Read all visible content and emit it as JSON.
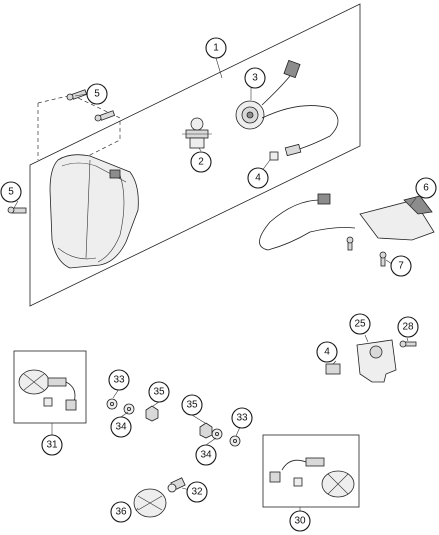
{
  "callouts": [
    {
      "id": "c1",
      "label": "1"
    },
    {
      "id": "c2",
      "label": "2"
    },
    {
      "id": "c3",
      "label": "3"
    },
    {
      "id": "c4a",
      "label": "4"
    },
    {
      "id": "c5a",
      "label": "5"
    },
    {
      "id": "c5b",
      "label": "5"
    },
    {
      "id": "c6",
      "label": "6"
    },
    {
      "id": "c7",
      "label": "7"
    },
    {
      "id": "c25",
      "label": "25"
    },
    {
      "id": "c28",
      "label": "28"
    },
    {
      "id": "c4b",
      "label": "4"
    },
    {
      "id": "c33a",
      "label": "33"
    },
    {
      "id": "c34a",
      "label": "34"
    },
    {
      "id": "c35a",
      "label": "35"
    },
    {
      "id": "c35b",
      "label": "35"
    },
    {
      "id": "c33b",
      "label": "33"
    },
    {
      "id": "c34b",
      "label": "34"
    },
    {
      "id": "c31",
      "label": "31"
    },
    {
      "id": "c32",
      "label": "32"
    },
    {
      "id": "c36",
      "label": "36"
    },
    {
      "id": "c30",
      "label": "30"
    }
  ]
}
